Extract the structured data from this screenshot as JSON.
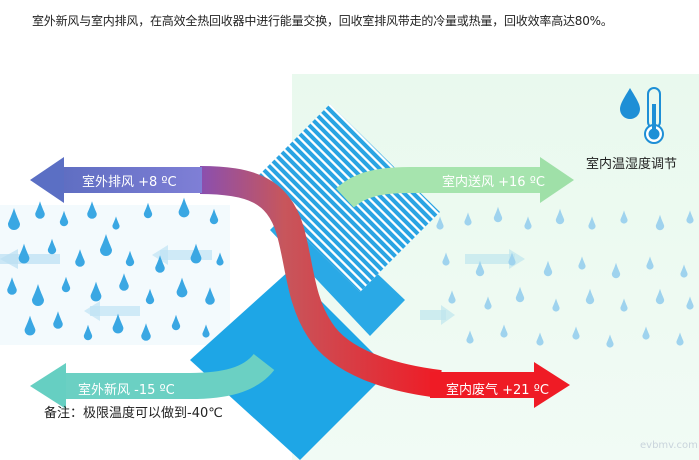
{
  "intro": "室外新风与室内排风，在高效全热回收器中进行能量交换，回收室排风带走的冷量或热量，回收效率高达80%。",
  "labels": {
    "outdoor_exhaust": "室外排风 +8 ºC",
    "indoor_supply": "室内送风 +16 ºC",
    "outdoor_fresh": "室外新风 -15 ºC",
    "indoor_return": "室内废气 +21 ºC"
  },
  "note": "备注：极限温度可以做到-40℃",
  "climate_label": "室内温湿度调节",
  "watermark": "evbmv.com",
  "icons": [
    "water-drop-icon",
    "thermometer-icon"
  ],
  "colors": {
    "exhaust_arrow": "#5b6fc4",
    "supply_arrow": "#a6e4ae",
    "fresh_arrow": "#66cfc2",
    "return_arrow": "#e8202a",
    "core_blue": "#1ea6e6",
    "green_panel": "#ecf9f0",
    "drop": "#3aa7e3"
  }
}
